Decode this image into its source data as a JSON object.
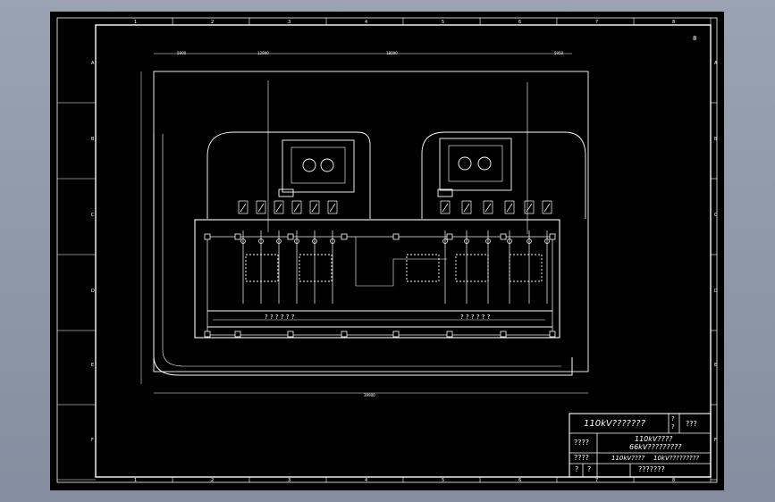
{
  "drawing": {
    "background_color": "#000000",
    "line_color": "#ffffff",
    "viewport_color": "#8e98a8",
    "sheet_label": "8",
    "column_labels": [
      "1",
      "2",
      "3",
      "4",
      "5",
      "6",
      "7",
      "8"
    ],
    "row_labels": [
      "A",
      "B",
      "C",
      "D",
      "E",
      "F"
    ],
    "bottom_dimension": "39900",
    "top_dimensions": [
      "5900",
      "12900",
      "18000",
      "5950"
    ],
    "bus_label_left": "? ? ? ? ? ?",
    "bus_label_right": "? ? ? ? ? ?"
  },
  "title_block": {
    "project": "110kV???????",
    "scale_top": "?",
    "scale_bottom": "?",
    "sheet_no": "???",
    "row2_label": "????",
    "row2_title_line1": "110kV????",
    "row2_title_line2": "66kV?????????",
    "row3_label": "????",
    "row3_left": "110kV????",
    "row3_right": "10kV?????????",
    "row4_a": "?",
    "row4_b": "?",
    "row4_right": "???????"
  }
}
